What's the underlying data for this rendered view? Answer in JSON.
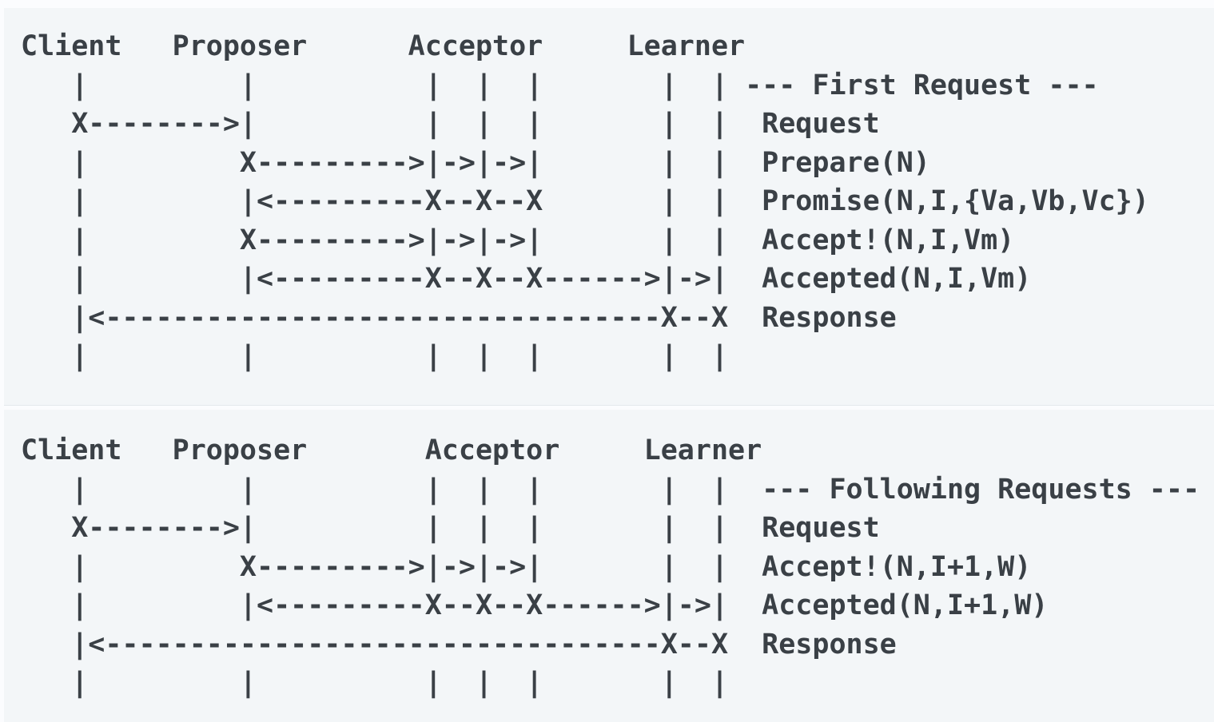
{
  "page": {
    "background_color": "#fbfcfe",
    "block_background_color": "#f3f6f8",
    "text_color": "#3a4046"
  },
  "diagrams": [
    {
      "name": "first-request",
      "annotation": "--- First Request ---",
      "actors": [
        "Client",
        "Proposer",
        "Acceptor",
        "Learner"
      ],
      "messages": [
        "Request",
        "Prepare(N)",
        "Promise(N,I,{Va,Vb,Vc})",
        "Accept!(N,I,Vm)",
        "Accepted(N,I,Vm)",
        "Response"
      ],
      "ascii_lines": [
        "Client   Proposer      Acceptor     Learner",
        "   |         |          |  |  |       |  | --- First Request ---",
        "   X-------->|          |  |  |       |  |  Request",
        "   |         X--------->|->|->|       |  |  Prepare(N)",
        "   |         |<---------X--X--X       |  |  Promise(N,I,{Va,Vb,Vc})",
        "   |         X--------->|->|->|       |  |  Accept!(N,I,Vm)",
        "   |         |<---------X--X--X------>|->|  Accepted(N,I,Vm)",
        "   |<---------------------------------X--X  Response",
        "   |         |          |  |  |       |  |"
      ]
    },
    {
      "name": "following-requests",
      "annotation": "--- Following Requests ---",
      "actors": [
        "Client",
        "Proposer",
        "Acceptor",
        "Learner"
      ],
      "messages": [
        "Request",
        "Accept!(N,I+1,W)",
        "Accepted(N,I+1,W)",
        "Response"
      ],
      "ascii_lines": [
        "Client   Proposer       Acceptor     Learner",
        "   |         |          |  |  |       |  |  --- Following Requests ---",
        "   X-------->|          |  |  |       |  |  Request",
        "   |         X--------->|->|->|       |  |  Accept!(N,I+1,W)",
        "   |         |<---------X--X--X------>|->|  Accepted(N,I+1,W)",
        "   |<---------------------------------X--X  Response",
        "   |         |          |  |  |       |  |"
      ]
    }
  ]
}
